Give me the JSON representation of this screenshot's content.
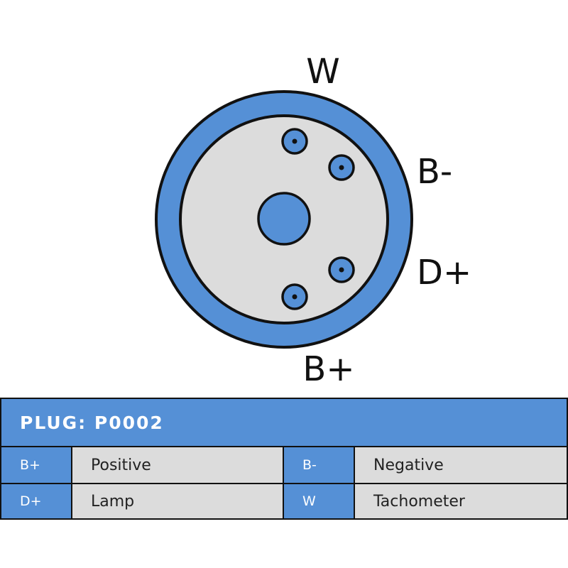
{
  "diagram": {
    "pin_labels": {
      "top": "W",
      "upper_right": "B-",
      "lower_right": "D+",
      "bottom": "B+"
    },
    "colors": {
      "blue": "#5590d6",
      "face": "#dcdcdc",
      "outline": "#111111"
    }
  },
  "legend": {
    "title": "PLUG: P0002",
    "rows": [
      [
        {
          "code": "B+",
          "description": "Positive"
        },
        {
          "code": "B-",
          "description": "Negative"
        }
      ],
      [
        {
          "code": "D+",
          "description": "Lamp"
        },
        {
          "code": "W",
          "description": "Tachometer"
        }
      ]
    ]
  }
}
